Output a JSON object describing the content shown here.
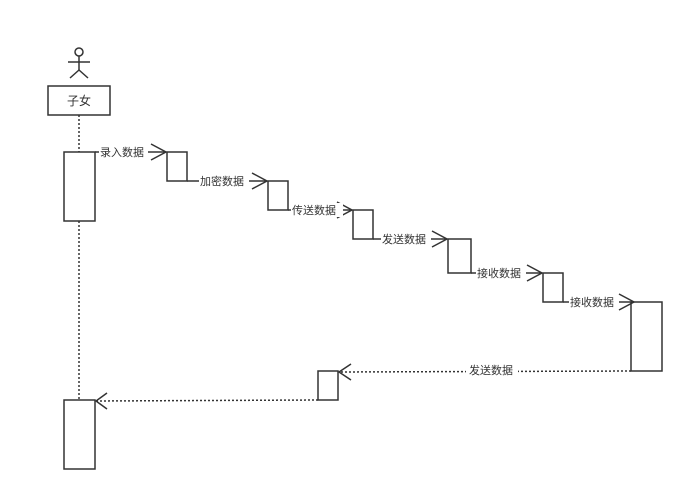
{
  "actor": {
    "name": "子女",
    "icon": "stick-figure-icon"
  },
  "messages": [
    {
      "id": "msg-1",
      "label": "录入数据",
      "style": "solid"
    },
    {
      "id": "msg-2",
      "label": "加密数据",
      "style": "solid"
    },
    {
      "id": "msg-3",
      "label": "传送数据",
      "style": "solid"
    },
    {
      "id": "msg-4",
      "label": "发送数据",
      "style": "solid"
    },
    {
      "id": "msg-5",
      "label": "接收数据",
      "style": "solid"
    },
    {
      "id": "msg-6",
      "label": "接收数据",
      "style": "solid"
    },
    {
      "id": "msg-7",
      "label": "发送数据",
      "style": "dotted"
    },
    {
      "id": "msg-8",
      "label": "",
      "style": "dotted"
    }
  ],
  "colors": {
    "stroke": "#333333",
    "background": "#ffffff"
  }
}
